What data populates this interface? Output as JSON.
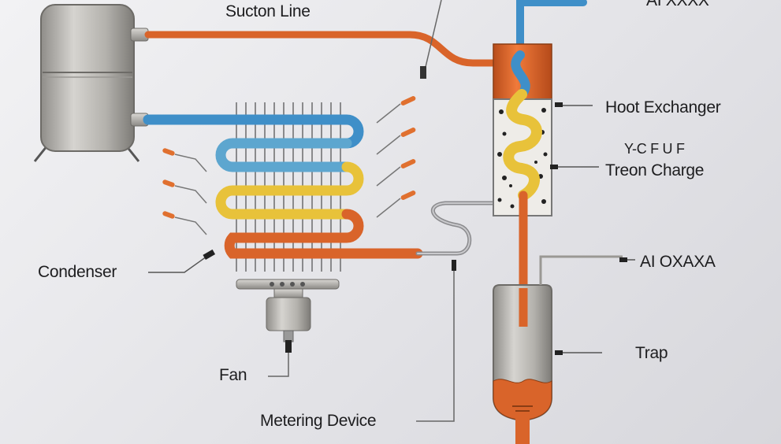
{
  "labels": {
    "suction_line": "Sucton Line",
    "air_top": "AI XXXX",
    "heat_exchanger": "Hoot Exchanger",
    "garbled": "Y-C F U F",
    "freon_charge": "Treon Charge",
    "air_inlet": "AI OXAXA",
    "condenser": "Condenser",
    "trap": "Trap",
    "fan": "Fan",
    "metering_device": "Metering Device"
  },
  "colors": {
    "copper": "#d9642a",
    "blue_pipe": "#3f8fc8",
    "yellow_pipe": "#e8c23a",
    "steel": "#b8b6b2",
    "background": "#e6e6ea"
  }
}
